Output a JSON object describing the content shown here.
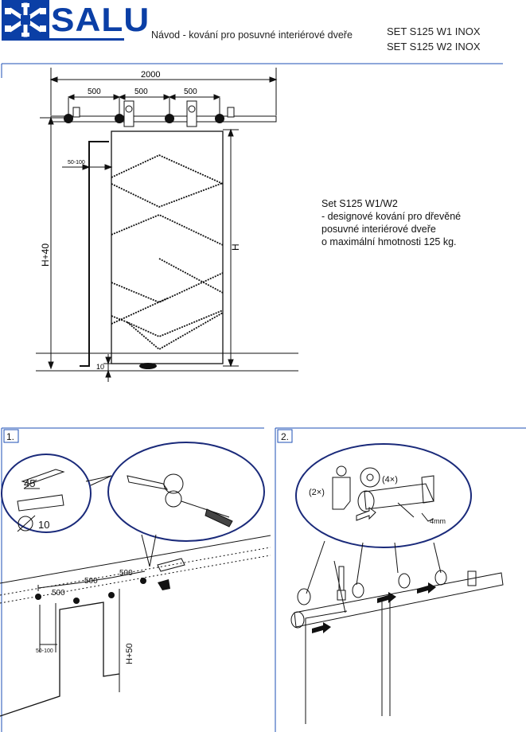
{
  "header": {
    "brand": "SALU",
    "title": "Návod - kování pro posuvné interiérové dveře",
    "sets": [
      "SET S125 W1 INOX",
      "SET S125 W2 INOX"
    ]
  },
  "description": {
    "title": "Set S125 W1/W2",
    "lines": [
      "- designové kování pro dřevěné",
      "posuvné interiérové dveře",
      "o maximální hmotnosti 125 kg."
    ]
  },
  "drawing": {
    "total_width": "2000",
    "spacing": [
      "500",
      "500",
      "500"
    ],
    "gap": "50-100",
    "height_wall": "H+40",
    "height_door": "H",
    "floor_gap": "10"
  },
  "step1": {
    "label": "1.",
    "drill_angle": "45",
    "drill_diameter": "10",
    "spacing": [
      "500",
      "500",
      "500"
    ],
    "gap": "50-100",
    "height": "H+50"
  },
  "step2": {
    "label": "2.",
    "qty_roller": "(2×)",
    "qty_bracket": "(4×)",
    "wrench": "4mm"
  },
  "colors": {
    "brand": "#0b3fa6",
    "frame": "#1e4fb5"
  }
}
